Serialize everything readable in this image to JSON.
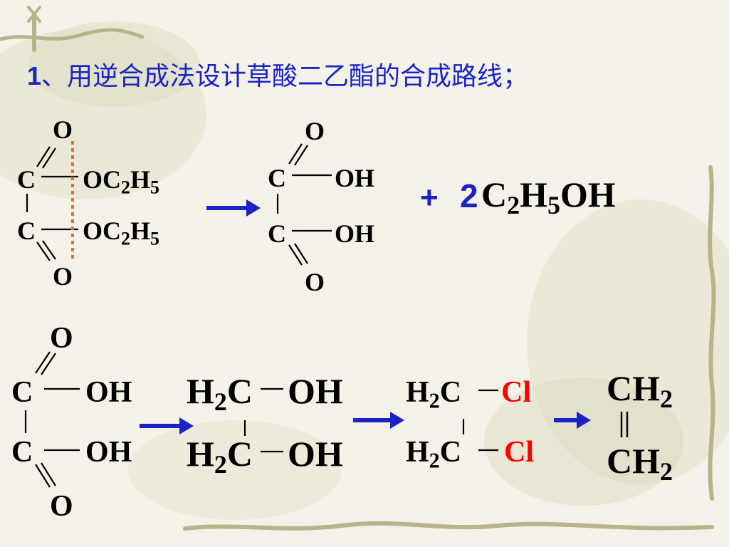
{
  "title": {
    "number": "1",
    "text": "、用逆合成法设计草酸二乙酯的合成路线；"
  },
  "atoms": {
    "O": "O",
    "C": "C",
    "H2C": "H",
    "OH": "OH",
    "OC2H5_a": "OC",
    "sub2": "2",
    "H": "H",
    "sub5": "5",
    "Cl": "Cl",
    "CH": "CH"
  },
  "reagent": {
    "plus": "+",
    "coef": "2",
    "formula_c": "C",
    "formula_h": "H",
    "formula_oh": "OH"
  },
  "colors": {
    "title": "#1a22c8",
    "arrow": "#1a22c8",
    "cut_line": "#f06a2a",
    "chlorine": "#ff0000"
  }
}
